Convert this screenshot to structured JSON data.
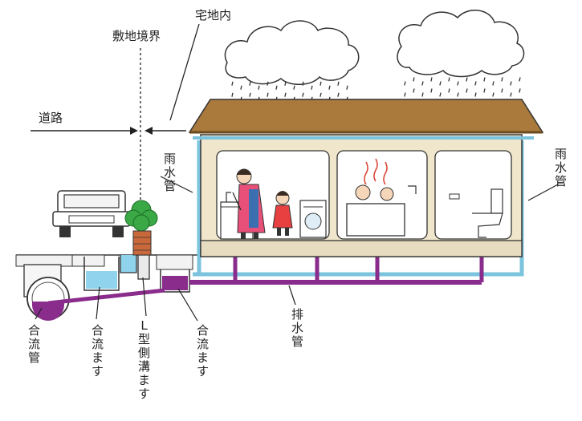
{
  "labels": {
    "road": "道路",
    "site_boundary": "敷地境界",
    "site_inside": "宅地内",
    "rain_pipe_left": "雨水管",
    "rain_pipe_right": "雨水管",
    "drain_pipe": "排水管",
    "combined_pipe": "合流管",
    "combined_box_1": "合流ます",
    "l_gutter_box": "L型側溝ます",
    "combined_box_2": "合流ます"
  },
  "colors": {
    "rain_pipe": "#7cc3dd",
    "drain_pipe": "#8a2c8c",
    "roof": "#a97a3c",
    "wall": "#f0e6cc",
    "room": "#ffffff",
    "water": "#8fd3ec"
  }
}
